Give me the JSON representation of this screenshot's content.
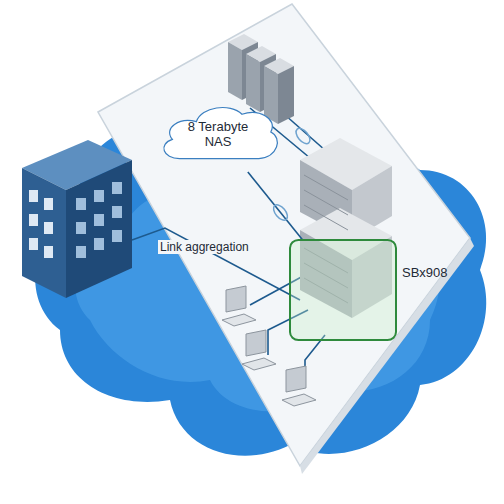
{
  "diagram": {
    "nodes": [
      {
        "text": [
          "8 Terabyte NAS"
        ]
      },
      {
        "text": [
          "SBx908"
        ]
      }
    ],
    "edges": [
      {
        "from": 0,
        "to": 1,
        "arrow": "none"
      }
    ],
    "labels": [
      "Link aggregation"
    ]
  }
}
